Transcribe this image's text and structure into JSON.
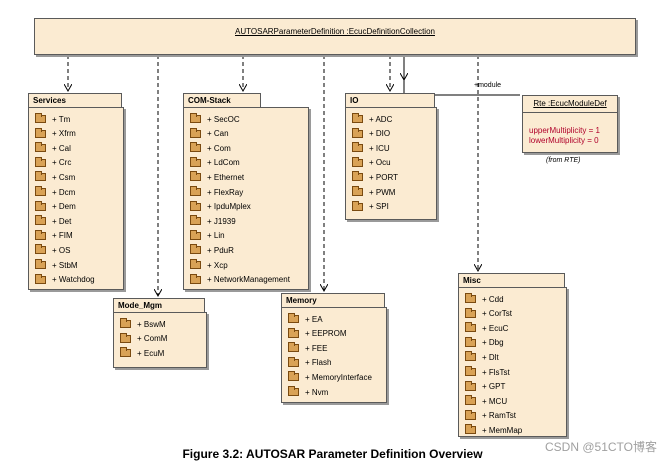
{
  "collection": {
    "title": "AUTOSARParameterDefinition :EcucDefinitionCollection"
  },
  "packages": {
    "services": {
      "name": "Services",
      "items": [
        "+ Tm",
        "+ Xfrm",
        "+ Cal",
        "+ Crc",
        "+ Csm",
        "+ Dcm",
        "+ Dem",
        "+ Det",
        "+ FIM",
        "+ OS",
        "+ StbM",
        "+ Watchdog"
      ]
    },
    "com_stack": {
      "name": "COM-Stack",
      "items": [
        "+ SecOC",
        "+ Can",
        "+ Com",
        "+ LdCom",
        "+ Ethernet",
        "+ FlexRay",
        "+ IpduMplex",
        "+ J1939",
        "+ Lin",
        "+ PduR",
        "+ Xcp",
        "+ NetworkManagement"
      ]
    },
    "io": {
      "name": "IO",
      "items": [
        "+ ADC",
        "+ DIO",
        "+ ICU",
        "+ Ocu",
        "+ PORT",
        "+ PWM",
        "+ SPI"
      ]
    },
    "mode_mgm": {
      "name": "Mode_Mgm",
      "items": [
        "+ BswM",
        "+ ComM",
        "+ EcuM"
      ]
    },
    "memory": {
      "name": "Memory",
      "items": [
        "+ EA",
        "+ EEPROM",
        "+ FEE",
        "+ Flash",
        "+ MemoryInterface",
        "+ Nvm"
      ]
    },
    "misc": {
      "name": "Misc",
      "items": [
        "+ Cdd",
        "+ CorTst",
        "+ EcuC",
        "+ Dbg",
        "+ Dlt",
        "+ FlsTst",
        "+ GPT",
        "+ MCU",
        "+ RamTst",
        "+ MemMap"
      ]
    }
  },
  "rte": {
    "title": "Rte :EcucModuleDef",
    "attrs": [
      "upperMultiplicity = 1",
      "lowerMultiplicity = 0"
    ],
    "note": "(from RTE)"
  },
  "association": {
    "label": "+module"
  },
  "caption": "Figure 3.2: AUTOSAR Parameter Definition Overview",
  "watermark": "CSDN @51CTO博客"
}
